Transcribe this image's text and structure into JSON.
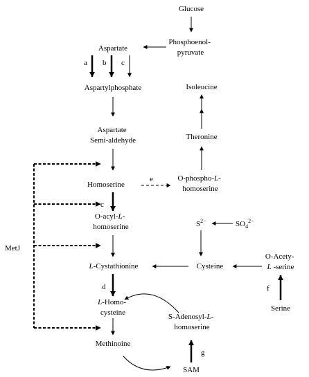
{
  "nodes": {
    "glucose": "Glucose",
    "pep_line1": "Phosphoenol-",
    "pep_line2": "pyruvate",
    "aspartate": "Aspartate",
    "aspartylphosphate": "Aspartylphosphate",
    "asa_line1": "Aspartate",
    "asa_line2": "Semi-aldehyde",
    "homoserine": "Homoserine",
    "oacyl_prefix": "O-acyl-",
    "oacyl_L": "L",
    "oacyl_dash": "-",
    "oacyl_line2": "homoserine",
    "cystathionine_L": "L",
    "cystathionine_rest": "-Cystathionine",
    "homocysteine_L": "L",
    "homocysteine_rest": "-Homo-",
    "homocysteine_line2": "cysteine",
    "methionine": "Methinoine",
    "isoleucine": "Isoleucine",
    "threonine": "Theronine",
    "ophospho_prefix": "O-phospho-",
    "ophospho_L": "L",
    "ophospho_dash": "-",
    "ophospho_line2": "homoserine",
    "sulfide_base": "S",
    "sulfide_sup": "2−",
    "sulfate_base": "SO",
    "sulfate_sub": "4",
    "sulfate_sup": "2−",
    "cysteine": "Cysteine",
    "oacetyl_line1": "O-Acety-",
    "oacetyl_L": "L",
    "oacetyl_rest": " -serine",
    "serine": "Serine",
    "sah_line1": "S-Adenosyl-",
    "sah_L": "L",
    "sah_dash": "-",
    "sah_line2": "homoserine",
    "sam": "SAM",
    "metj": "MetJ"
  },
  "enzymes": {
    "a": "a",
    "b": "b",
    "c1": "c",
    "c2": "c",
    "d": "d",
    "e": "e",
    "f": "f",
    "g": "g"
  }
}
